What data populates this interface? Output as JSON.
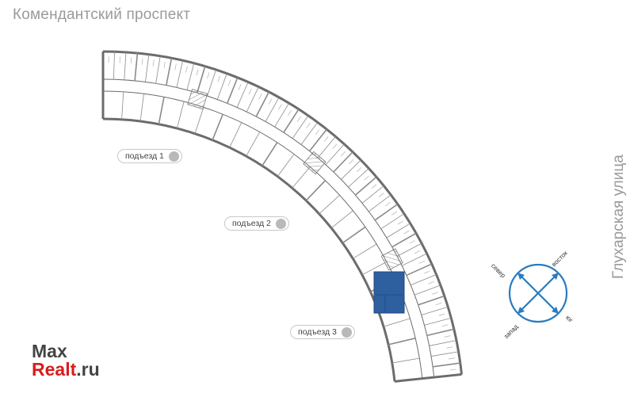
{
  "streets": {
    "top": "Комендантский проспект",
    "right": "Глухарская улица"
  },
  "entrances": [
    {
      "label": "подъезд 1"
    },
    {
      "label": "подъезд 2"
    },
    {
      "label": "подъезд 3"
    }
  ],
  "compass": {
    "north": "север",
    "east": "восток",
    "south": "юг",
    "west": "запад"
  },
  "logo": {
    "line1": "Max",
    "line2": "Realt",
    "suffix": ".ru"
  },
  "colors": {
    "highlight": "#2e5f9e",
    "compass": "#2a7bc0",
    "logo_red": "#d81d1d"
  },
  "selected_unit_icon": "apartment-highlight"
}
